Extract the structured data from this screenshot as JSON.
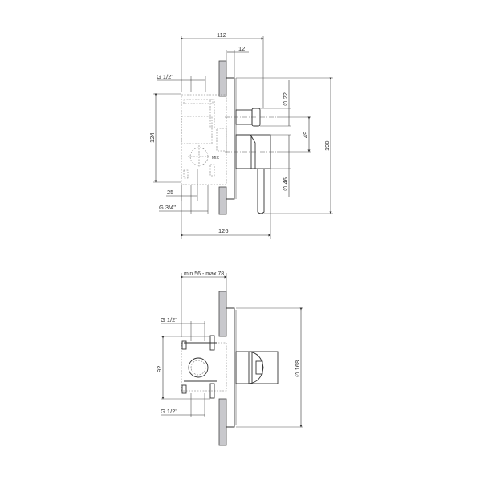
{
  "top_view": {
    "dims": {
      "overall_depth": "112",
      "plate_offset": "12",
      "inlet_thread": "G 1/2\"",
      "body_height": "124",
      "outlet_spacing": "25",
      "outlet_thread": "G 3/4\"",
      "total_depth": "126",
      "diverter_diameter": "∅ 22",
      "axis_distance": "49",
      "handle_diameter": "∅ 46",
      "overall_height": "190",
      "body_mark": "MIX"
    }
  },
  "bottom_view": {
    "dims": {
      "install_depth": "min 56 - max 78",
      "inlet_thread_top": "G 1/2\"",
      "body_height": "92",
      "inlet_thread_bottom": "G 1/2\"",
      "plate_diameter": "∅ 168"
    }
  }
}
